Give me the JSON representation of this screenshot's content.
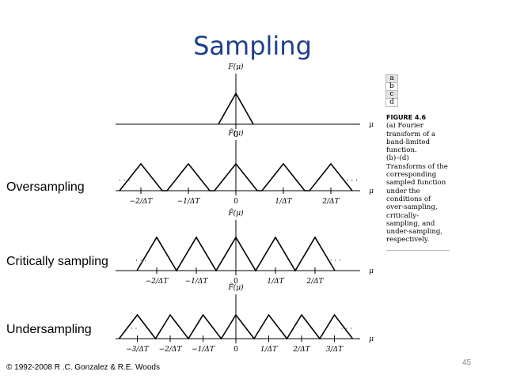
{
  "slide": {
    "title": "Sampling",
    "page_number": "45",
    "copyright": "© 1992-2008 R .C. Gonzalez & R.E. Woods"
  },
  "side_labels": {
    "oversampling": "Oversampling",
    "critically": "Critically sampling",
    "undersampling": "Undersampling"
  },
  "figure": {
    "panel_letters": [
      "a",
      "b",
      "c",
      "d"
    ],
    "caption_title": "FIGURE 4.6",
    "caption_lines": [
      "(a) Fourier",
      "transform of a",
      "band-limited",
      "function.",
      "(b)–(d)",
      "Transforms of the",
      "corresponding",
      "sampled function",
      "under the",
      "conditions of",
      "over-sampling,",
      "critically-",
      "sampling, and",
      "under-sampling,",
      "respectively."
    ]
  },
  "panels": [
    {
      "name": "panel-a",
      "ylabel": "F(μ)",
      "xlabel": "μ",
      "ticks": [
        {
          "label": "0",
          "value": 0
        }
      ],
      "triangle_centers": [
        0
      ],
      "ellipsis": false
    },
    {
      "name": "panel-b",
      "ylabel": "F̃(μ)",
      "xlabel": "μ",
      "ticks": [
        {
          "label": "−2/ΔT",
          "value": -2
        },
        {
          "label": "−1/ΔT",
          "value": -1
        },
        {
          "label": "0",
          "value": 0
        },
        {
          "label": "1/ΔT",
          "value": 1
        },
        {
          "label": "2/ΔT",
          "value": 2
        }
      ],
      "triangle_centers": [
        -2,
        -1,
        0,
        1,
        2
      ],
      "ellipsis": true,
      "ellipsis_text": "· · ·"
    },
    {
      "name": "panel-c",
      "ylabel": "F̃(μ)",
      "xlabel": "μ",
      "ticks": [
        {
          "label": "−2/ΔT",
          "value": -2
        },
        {
          "label": "−1/ΔT",
          "value": -1
        },
        {
          "label": "0",
          "value": 0
        },
        {
          "label": "1/ΔT",
          "value": 1
        },
        {
          "label": "2/ΔT",
          "value": 2
        }
      ],
      "triangle_centers": [
        -2,
        -1,
        0,
        1,
        2
      ],
      "ellipsis": true,
      "ellipsis_text": "· · ·"
    },
    {
      "name": "panel-d",
      "ylabel": "F̃(μ)",
      "xlabel": "μ",
      "ticks": [
        {
          "label": "−3/ΔT",
          "value": -3
        },
        {
          "label": "−2/ΔT",
          "value": -2
        },
        {
          "label": "−1/ΔT",
          "value": -1
        },
        {
          "label": "0",
          "value": 0
        },
        {
          "label": "1/ΔT",
          "value": 1
        },
        {
          "label": "2/ΔT",
          "value": 2
        },
        {
          "label": "3/ΔT",
          "value": 3
        }
      ],
      "triangle_centers": [
        -3,
        -2,
        -1,
        0,
        1,
        2,
        3
      ],
      "ellipsis": true,
      "ellipsis_text": "· · ·"
    }
  ]
}
